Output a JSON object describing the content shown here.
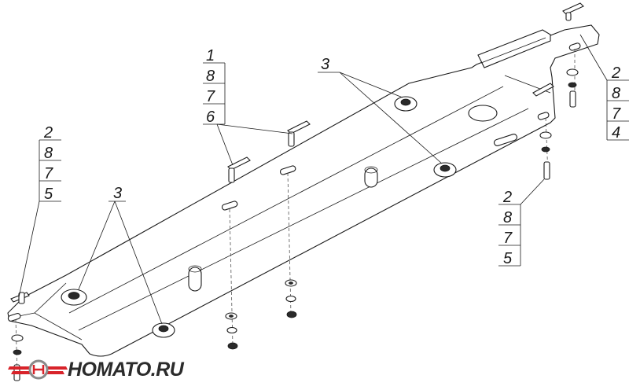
{
  "diagram": {
    "callouts": [
      {
        "id": "left-stack",
        "numbers": [
          "2",
          "8",
          "7",
          "5"
        ]
      },
      {
        "id": "top-center-stack",
        "numbers": [
          "1",
          "8",
          "7",
          "6"
        ]
      },
      {
        "id": "upper-right-stack",
        "numbers": [
          "2",
          "8",
          "7",
          "4"
        ]
      },
      {
        "id": "lower-right-stack",
        "numbers": [
          "2",
          "8",
          "7",
          "5"
        ]
      },
      {
        "id": "bushing-upper",
        "numbers": [
          "3"
        ]
      },
      {
        "id": "bushing-lower",
        "numbers": [
          "3"
        ]
      }
    ]
  },
  "logo": {
    "text": "HOMATO.RU",
    "colors": {
      "red": "#d8232a",
      "gray": "#8a8a8a"
    }
  }
}
